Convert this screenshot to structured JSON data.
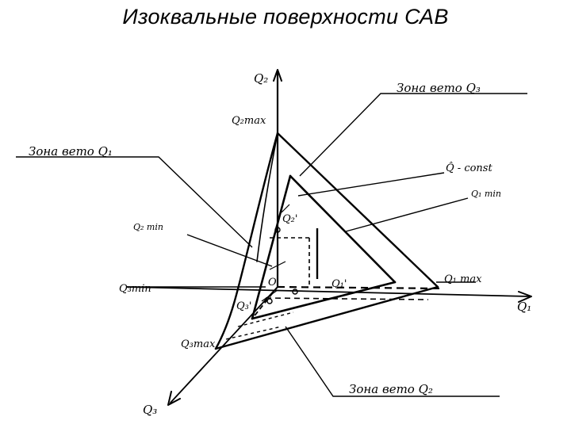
{
  "title": "Изоквальные поверхности САВ",
  "labels": {
    "axis_q2": "Q₂",
    "axis_q1": "Q₁",
    "axis_q3": "Q₃",
    "q2_max": "Q₂max",
    "q2_min": "Q₂ min",
    "q1_max": "Q₁ max",
    "q1_min": "Q₁ min",
    "q3_max": "Q₃max",
    "q3_min": "Q₃min",
    "q_const": "Q̂ - const",
    "zone_q1": "Зона вето Q₁",
    "zone_q2": "Зона вето Q₂",
    "zone_q3": "Зона вето Q₃",
    "q2_prime": "Q₂'",
    "q1_prime": "Q₁'",
    "q3_prime": "Q₃'",
    "origin": "O"
  }
}
